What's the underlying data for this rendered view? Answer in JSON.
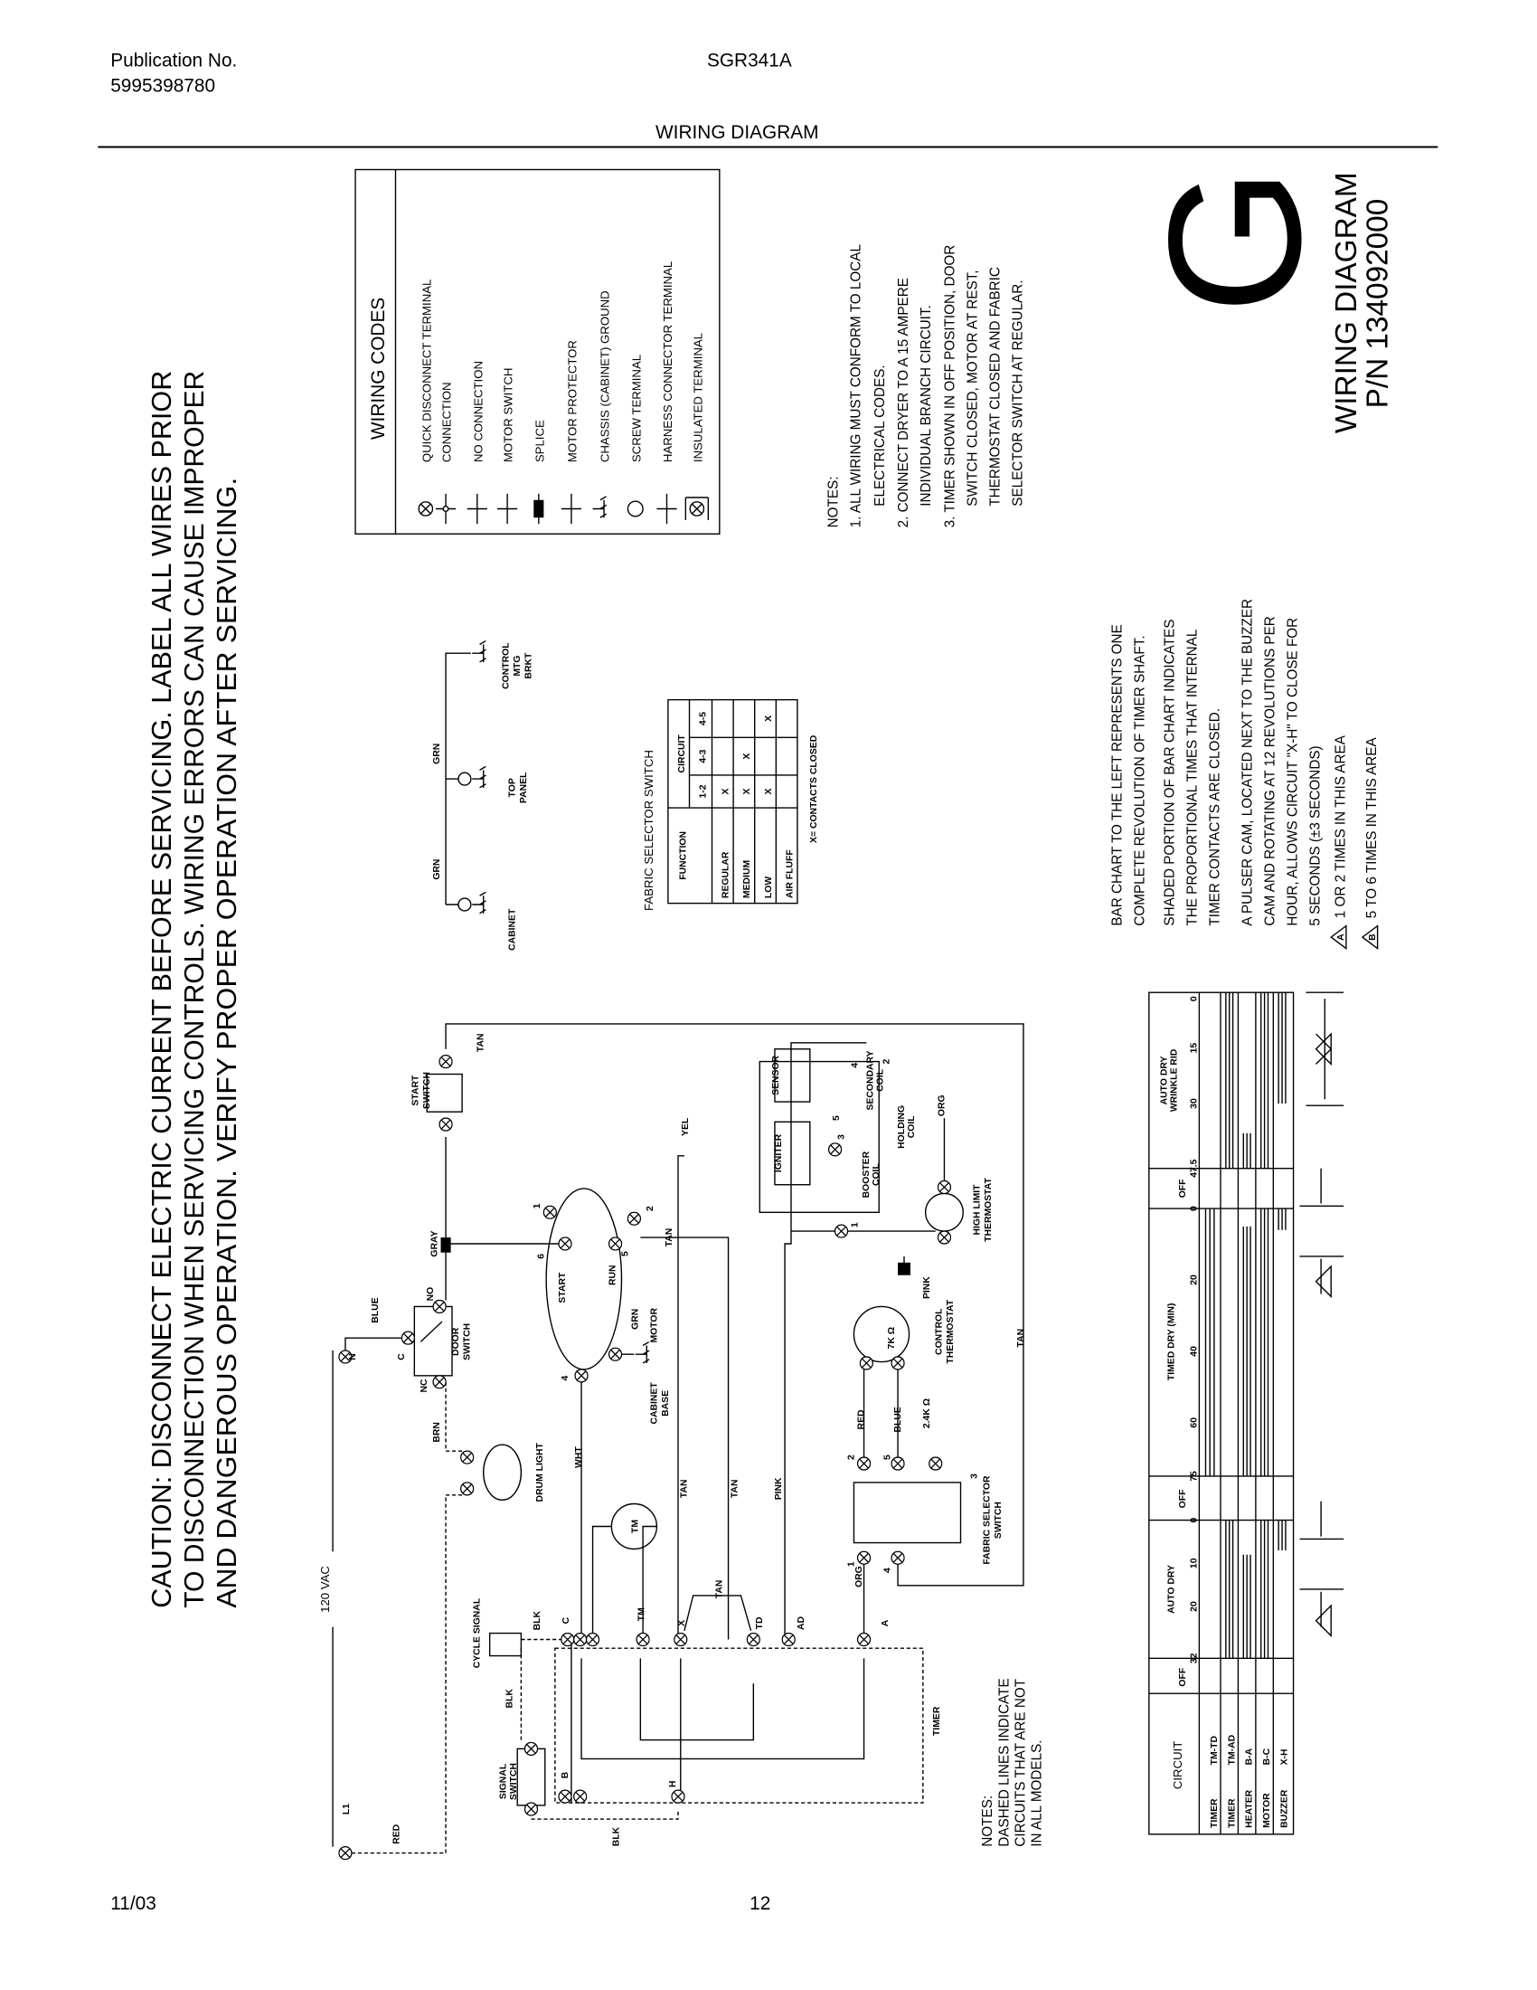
{
  "header": {
    "publication_label": "Publication No.",
    "publication_number": "5995398780",
    "model": "SGR341A",
    "section_title": "WIRING DIAGRAM"
  },
  "footer": {
    "date": "11/03",
    "page": "12"
  },
  "caution": [
    "CAUTION: DISCONNECT ELECTRIC CURRENT BEFORE SERVICING. LABEL ALL WIRES PRIOR",
    "TO DISCONNECTION WHEN SERVICING CONTROLS. WIRING ERRORS CAN CAUSE IMPROPER",
    "AND DANGEROUS OPERATION. VERIFY PROPER OPERATION AFTER SERVICING."
  ],
  "wiring_codes": {
    "title": "WIRING CODES",
    "items": [
      {
        "icon": "quick-disconnect-terminal",
        "label": "QUICK DISCONNECT TERMINAL"
      },
      {
        "icon": "connection",
        "label": "CONNECTION"
      },
      {
        "icon": "no-connection",
        "label": "NO CONNECTION"
      },
      {
        "icon": "motor-switch",
        "label": "MOTOR SWITCH"
      },
      {
        "icon": "splice",
        "label": "SPLICE"
      },
      {
        "icon": "motor-protector",
        "label": "MOTOR PROTECTOR"
      },
      {
        "icon": "chassis-ground",
        "label": "CHASSIS (CABINET) GROUND"
      },
      {
        "icon": "screw-terminal",
        "label": "SCREW TERMINAL"
      },
      {
        "icon": "harness-connector-terminal",
        "label": "HARNESS CONNECTOR TERMINAL"
      },
      {
        "icon": "insulated-terminal",
        "label": "INSULATED TERMINAL"
      }
    ]
  },
  "notes": {
    "title": "NOTES:",
    "lines": [
      "1. ALL WIRING MUST CONFORM TO LOCAL",
      "ELECTRICAL CODES.",
      "2. CONNECT DRYER TO A 15 AMPERE",
      "INDIVIDUAL BRANCH CIRCUIT.",
      "3. TIMER SHOWN IN OFF POSITION, DOOR",
      "SWITCH CLOSED, MOTOR AT REST,",
      "THERMOSTAT CLOSED AND FABRIC",
      "SELECTOR SWITCH AT REGULAR."
    ]
  },
  "logo": {
    "letter": "G"
  },
  "diagram_id": {
    "title": "WIRING DIAGRAM",
    "part_number": "P/N 134092000"
  },
  "fabric_selector": {
    "title": "FABRIC SELECTOR SWITCH",
    "function_header": "FUNCTION",
    "circuit_header": "CIRCUIT",
    "circuits": [
      "1-2",
      "4-3",
      "4-5"
    ],
    "rows": [
      {
        "function": "REGULAR",
        "cells": [
          "X",
          "",
          ""
        ]
      },
      {
        "function": "MEDIUM",
        "cells": [
          "X",
          "X",
          ""
        ]
      },
      {
        "function": "LOW",
        "cells": [
          "X",
          "",
          "X"
        ]
      },
      {
        "function": "AIR FLUFF",
        "cells": [
          "",
          "",
          ""
        ]
      }
    ],
    "legend": "X= CONTACTS CLOSED"
  },
  "bar_chart_notes": {
    "lines": [
      "BAR CHART TO THE LEFT REPRESENTS ONE",
      "COMPLETE REVOLUTION OF TIMER SHAFT.",
      "SHADED PORTION OF BAR CHART INDICATES",
      "THE PROPORTIONAL TIMES THAT INTERNAL",
      "TIMER CONTACTS ARE CLOSED.",
      "A PULSER CAM, LOCATED NEXT TO THE BUZZER",
      "CAM AND ROTATING AT 12 REVOLUTIONS PER",
      "HOUR, ALLOWS CIRCUIT \"X-H\" TO CLOSE FOR",
      "5 SECONDS (±3 SECONDS)"
    ],
    "marker_a": {
      "letter": "A",
      "text": "1 OR 2 TIMES IN THIS AREA"
    },
    "marker_b": {
      "letter": "B",
      "text": "5 TO 6 TIMES IN THIS AREA"
    }
  },
  "timer_chart": {
    "circuit_header": "CIRCUIT",
    "off_label": "OFF",
    "sections": [
      {
        "title": "AUTO DRY",
        "ticks": [
          "32",
          "20",
          "10",
          "0"
        ]
      },
      {
        "title": "TIMED DRY (MIN)",
        "ticks": [
          "75",
          "60",
          "40",
          "20",
          "0"
        ]
      },
      {
        "title": "AUTO DRY",
        "subtitle": "WRINKLE RID",
        "ticks": [
          "47.5",
          "30",
          "15",
          "0"
        ]
      }
    ],
    "rows": [
      {
        "device": "TIMER",
        "circuit": "TM-TD",
        "closed": [
          {
            "section": "TIMED DRY",
            "from": 75,
            "to": 0
          }
        ]
      },
      {
        "device": "TIMER",
        "circuit": "TM-AD",
        "closed": [
          {
            "section": "AUTO DRY",
            "from": 32,
            "to": 0
          },
          {
            "section": "WRINKLE RID",
            "from": 47.5,
            "to": 0
          }
        ]
      },
      {
        "device": "HEATER",
        "circuit": "B-A",
        "closed": [
          {
            "section": "AUTO DRY",
            "from": 32,
            "to": 8
          },
          {
            "section": "TIMED DRY",
            "from": 75,
            "to": 5
          },
          {
            "section": "WRINKLE RID",
            "from": 47.5,
            "to": 38
          }
        ]
      },
      {
        "device": "MOTOR",
        "circuit": "B-C",
        "closed": [
          {
            "section": "AUTO DRY",
            "from": 32,
            "to": 0
          },
          {
            "section": "TIMED DRY",
            "from": 75,
            "to": 0
          },
          {
            "section": "WRINKLE RID",
            "from": 47.5,
            "to": 0
          }
        ]
      },
      {
        "device": "BUZZER",
        "circuit": "X-H",
        "closed": [
          {
            "section": "AUTO DRY",
            "from": 7,
            "to": 0
          },
          {
            "section": "TIMED DRY",
            "from": 6,
            "to": 0
          },
          {
            "section": "WRINKLE RID",
            "from": 30,
            "to": 0
          }
        ]
      }
    ],
    "markers": [
      "A",
      "A",
      "B"
    ]
  },
  "schematic": {
    "vac": "120 VAC",
    "l1": "L1",
    "red1": "RED",
    "n": "N",
    "blue1": "BLUE",
    "c": "C",
    "no": "NO",
    "nc": "NC",
    "door1": "DOOR",
    "door2": "SWITCH",
    "brn": "BRN",
    "drum": "DRUM LIGHT",
    "wht": "WHT",
    "gray": "GRAY",
    "start1": "START",
    "start2": "SWITCH",
    "tan1": "TAN",
    "m_start": "START",
    "m_run": "RUN",
    "motor": "MOTOR",
    "grn_m": "GRN",
    "cab1": "CABINET",
    "cab2": "BASE",
    "yel": "YEL",
    "tan2": "TAN",
    "tm": "TM",
    "tan3": "TAN",
    "tan4": "TAN",
    "pink1": "PINK",
    "red2": "RED",
    "blue2": "BLUE",
    "r24": "2.4K Ω",
    "r7": "7K Ω",
    "ctrl1": "CONTROL",
    "ctrl2": "THERMOSTAT",
    "pink2": "PINK",
    "hl1": "HIGH LIMIT",
    "hl2": "THERMOSTAT",
    "org1": "ORG",
    "tan5": "TAN",
    "igniter": "IGNITER",
    "boost1": "BOOSTER",
    "boost2": "COIL",
    "hold1": "HOLDING",
    "hold2": "COIL",
    "sec1": "SECONDARY",
    "sec2": "COIL",
    "sensor": "SENSOR",
    "t_c": "C",
    "t_tm": "TM",
    "t_x": "X",
    "t_td": "TD",
    "t_ad": "AD",
    "t_a": "A",
    "t_b": "B",
    "t_h": "H",
    "blk1": "BLK",
    "cycle": "CYCLE SIGNAL",
    "blk2": "BLK",
    "sig1": "SIGNAL",
    "sig2": "SWITCH",
    "blk3": "BLK",
    "timer": "TIMER",
    "tan6": "TAN",
    "org2": "ORG",
    "fss1": "FABRIC SELECTOR",
    "fss2": "SWITCH",
    "grn1": "GRN",
    "grn2": "GRN",
    "g_cab": "CABINET",
    "g_top1": "TOP",
    "g_top2": "PANEL",
    "g_ctl1": "CONTROL",
    "g_ctl2": "MTG",
    "g_ctl3": "BRKT",
    "m1": "1",
    "m6": "6",
    "m5": "5",
    "m2": "2",
    "m4": "4",
    "v1": "1",
    "v3": "3",
    "v5": "5",
    "v4": "4",
    "v2": "2",
    "f2": "2",
    "f5": "5",
    "f3": "3",
    "f1": "1",
    "f4": "4"
  },
  "dashed_note": [
    "NOTES:",
    "DASHED LINES INDICATE",
    "CIRCUITS THAT ARE NOT",
    "IN ALL MODELS."
  ]
}
